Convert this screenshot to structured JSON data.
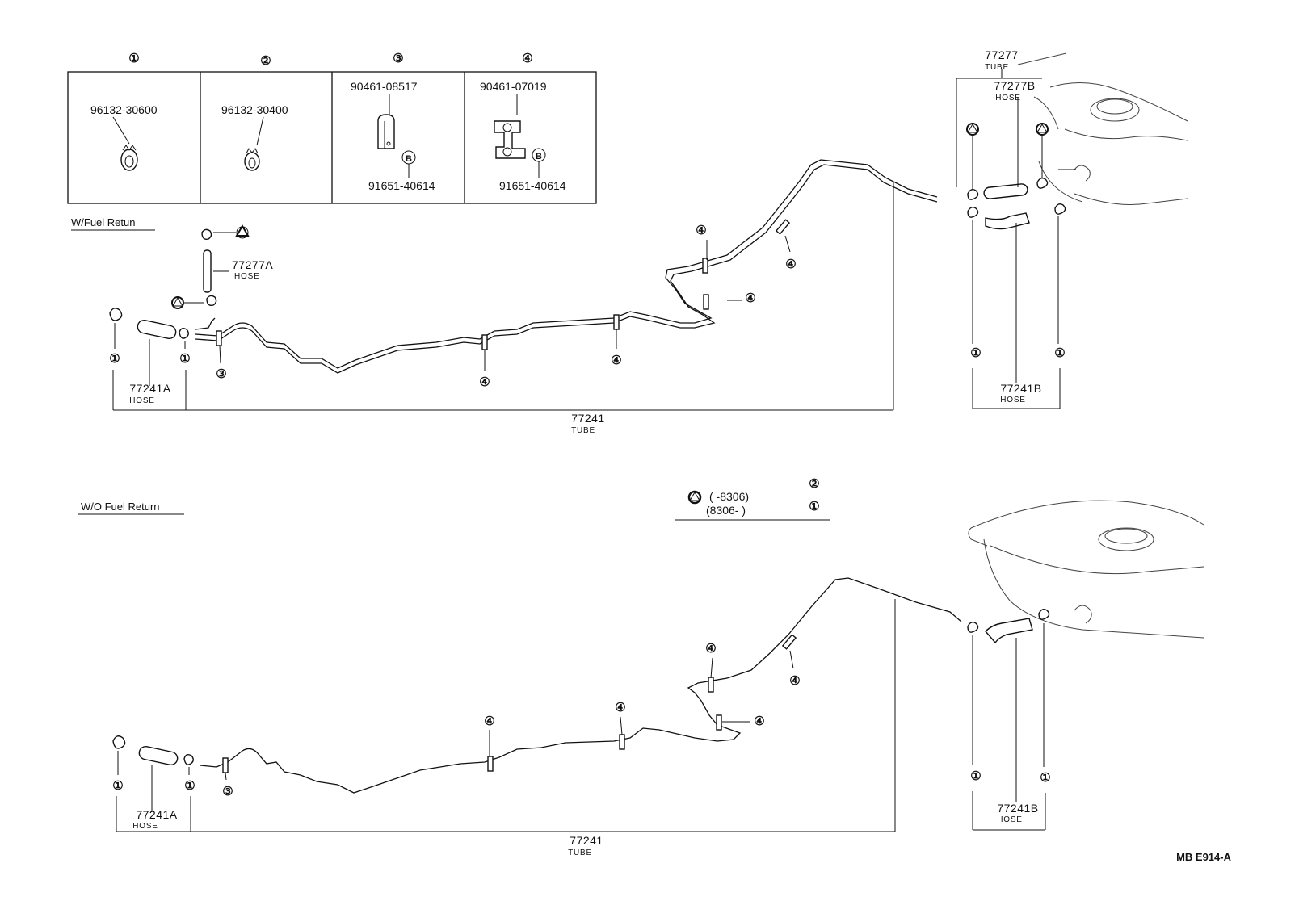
{
  "diagram_code": "MB E914-A",
  "clamp_table": [
    {
      "num": "①",
      "parts": [
        "96132-30600"
      ]
    },
    {
      "num": "②",
      "parts": [
        "96132-30400"
      ]
    },
    {
      "num": "③",
      "parts": [
        "90461-08517",
        "91651-40614"
      ],
      "bolt": "B"
    },
    {
      "num": "④",
      "parts": [
        "90461-07019",
        "91651-40614"
      ],
      "bolt": "B"
    }
  ],
  "legend": {
    "line1_range": "(      -8306)",
    "line1_num": "②",
    "line2_range": "(8306-        )",
    "line2_num": "①"
  },
  "upper": {
    "section_label": "W/Fuel Retun",
    "tube_top_num": "77277",
    "tube_top_type": "TUBE",
    "hose_top_num": "77277B",
    "hose_top_type": "HOSE",
    "hose_mid_num": "77277A",
    "hose_mid_type": "HOSE",
    "hose_left_num": "77241A",
    "hose_left_type": "HOSE",
    "hose_right_num": "77241B",
    "hose_right_type": "HOSE",
    "tube_main_num": "77241",
    "tube_main_type": "TUBE"
  },
  "lower": {
    "section_label": "W/O Fuel Return",
    "hose_left_num": "77241A",
    "hose_left_type": "HOSE",
    "hose_right_num": "77241B",
    "hose_right_type": "HOSE",
    "tube_main_num": "77241",
    "tube_main_type": "TUBE"
  },
  "callouts": {
    "c1": "①",
    "c3": "③",
    "c4": "④"
  }
}
